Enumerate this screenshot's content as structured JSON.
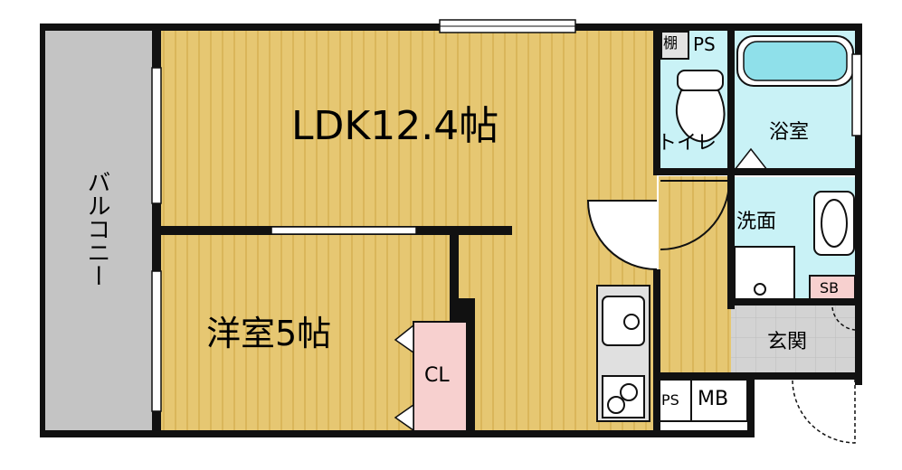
{
  "colors": {
    "wall": "#111111",
    "wood": "#e6c772",
    "wood_line": "#d9b55a",
    "balcony": "#c4c4c4",
    "water": "#c9f2f6",
    "closet": "#f7d0cf",
    "entrance": "#d3d3d3",
    "appliance": "#e0e0e0"
  },
  "rooms": {
    "ldk": "LDK12.4帖",
    "western": "洋室5帖",
    "closet": "CL",
    "balcony": "バルコニー",
    "toilet": "トイレ",
    "bath": "浴室",
    "washroom": "洗面",
    "entrance": "玄関",
    "shelf": "棚",
    "ps_top": "PS",
    "ps_bottom": "PS",
    "mb": "MB",
    "sb": "SB"
  }
}
